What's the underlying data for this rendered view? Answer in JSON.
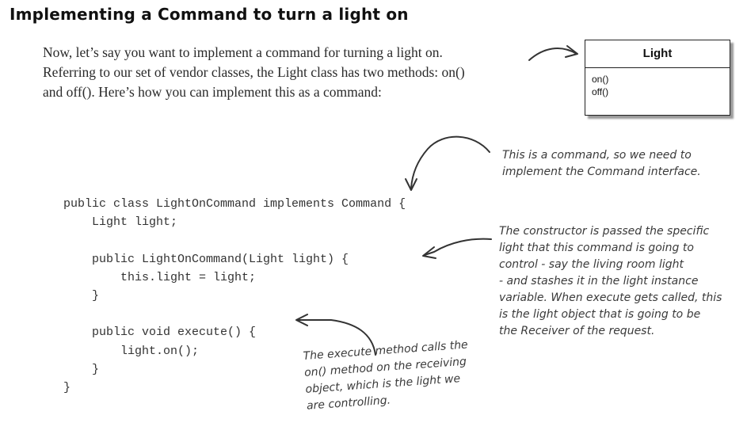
{
  "heading": "Implementing a Command to turn a light on",
  "intro": [
    "Now, let’s say you want to  implement a command for turning a light on.",
    "Referring to our set of vendor classes, the Light class has two methods: on()",
    "and off().  Here’s how you can implement this as a command:"
  ],
  "uml": {
    "class_name": "Light",
    "methods": [
      "on()",
      "off()"
    ]
  },
  "code": [
    "public class LightOnCommand implements Command {",
    "    Light light;",
    "",
    "    public LightOnCommand(Light light) {",
    "        this.light = light;",
    "    }",
    "",
    "    public void execute() {",
    "        light.on();",
    "    }",
    "}"
  ],
  "annotations": {
    "command_interface": [
      "This is a command, so we need to",
      "implement the Command interface."
    ],
    "constructor": [
      "The constructor is passed the specific",
      "light that this command is going to",
      "control - say the living room light",
      "- and stashes it in the light instance",
      "variable.  When execute gets called, this",
      "is the light object that is going to be",
      "the Receiver of the request."
    ],
    "execute": [
      "The execute method calls the",
      "on() method on the receiving",
      "object, which is the light we",
      "are controlling."
    ]
  }
}
